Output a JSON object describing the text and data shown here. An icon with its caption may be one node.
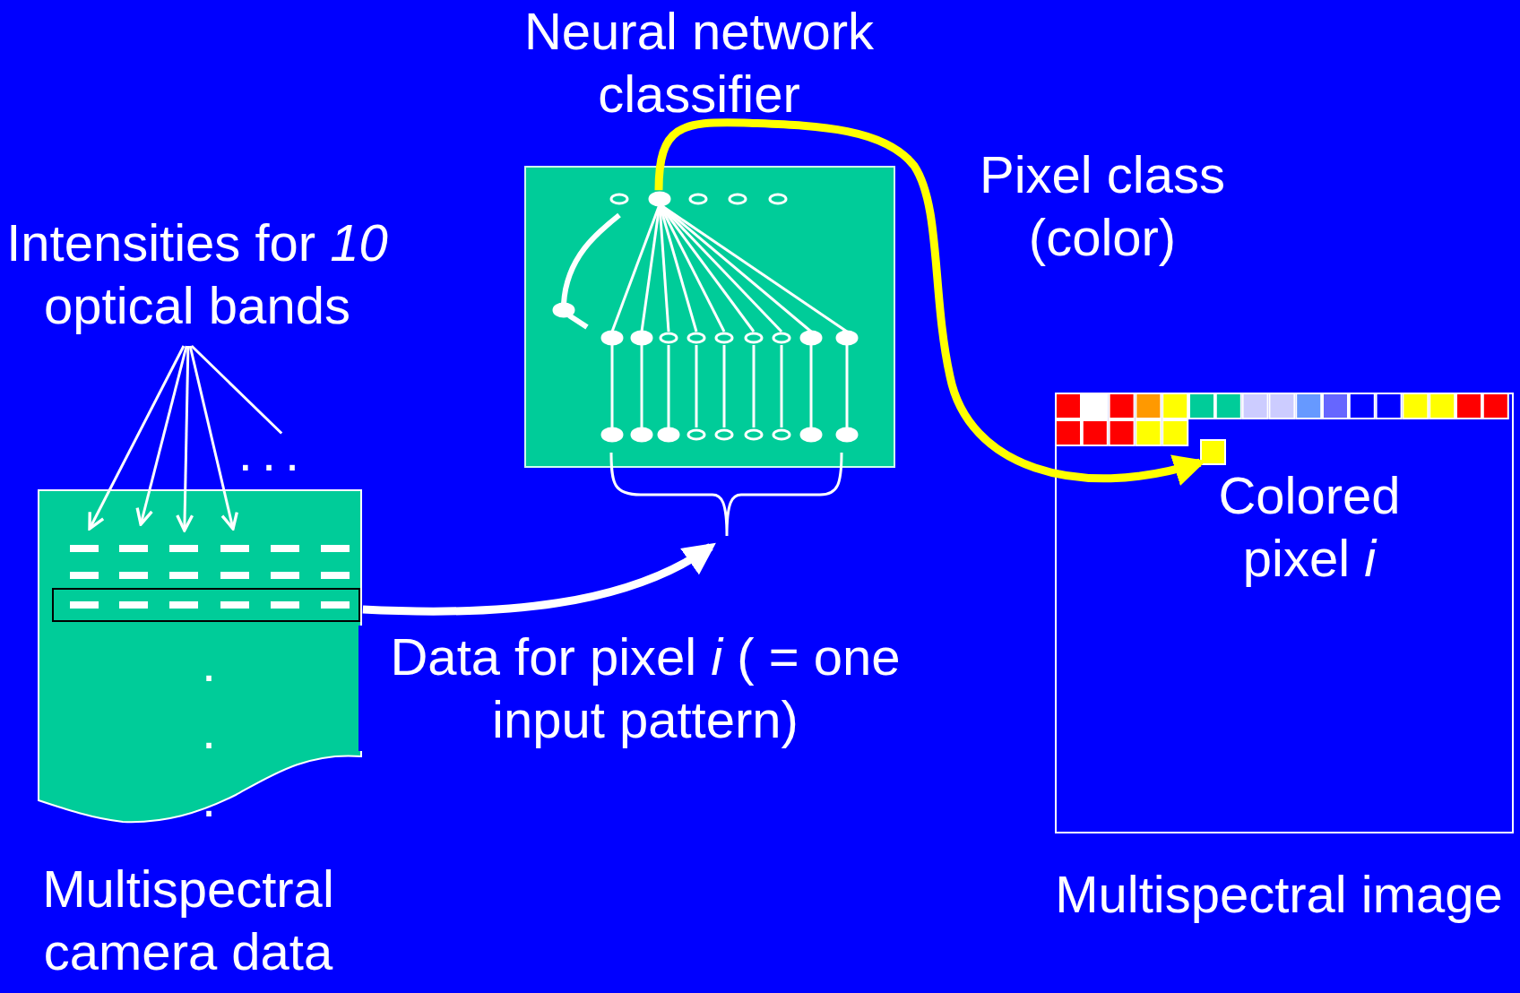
{
  "diagram": {
    "nodes": [
      {
        "text": [
          "Multispectral camera data"
        ]
      },
      {
        "text": [
          "Neural network classifier"
        ]
      },
      {
        "text": [
          "Multispectral image"
        ]
      },
      {
        "text": [],
        "shape": "box",
        "in": 2,
        "beside": [
          "Colored pixel *i*"
        ]
      },
      {
        "text": [
          "Intensities for *10* optical bands"
        ]
      }
    ],
    "edges": [
      {
        "from": 0,
        "to": 1,
        "arrow": "to",
        "label": "Data for pixel *i* ( = one input pattern)",
        "style": "thick"
      },
      {
        "from": 1,
        "to": 3,
        "arrow": "to",
        "label": "Pixel class (color)",
        "style": "thick",
        "color": "#ffff00"
      },
      {
        "from": 4,
        "to": 0,
        "arrow": "to"
      },
      {
        "from": 4,
        "to": 0,
        "arrow": "to"
      },
      {
        "from": 4,
        "to": 0,
        "arrow": "to"
      },
      {
        "from": 4,
        "to": 0,
        "arrow": "to"
      },
      {
        "from": 4,
        "to": null,
        "arrow": "none"
      }
    ],
    "labels": [
      "...",
      ".",
      ".",
      "."
    ]
  }
}
